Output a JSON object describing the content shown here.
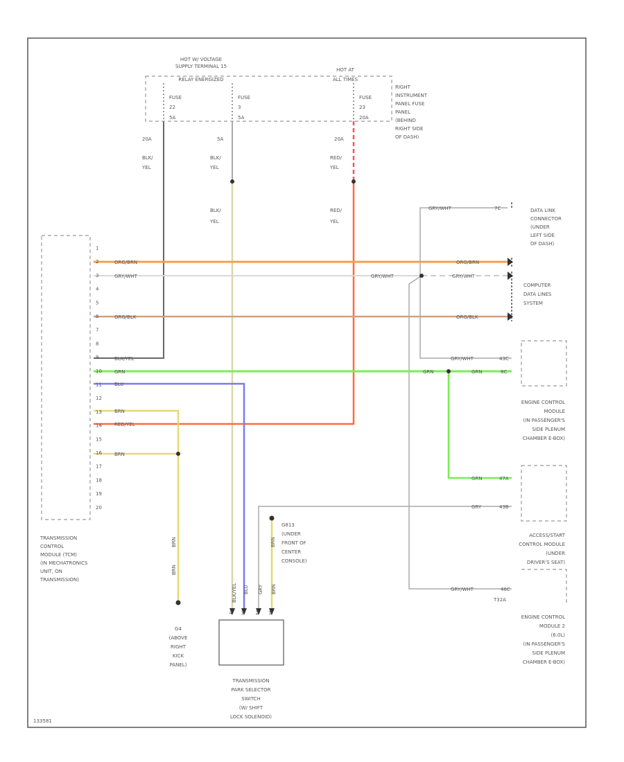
{
  "fuse_panel": {
    "label_left": [
      "HOT W/ VOLTAGE",
      "SUPPLY TERMINAL 15",
      "RELAY ENERGIZED"
    ],
    "label_right": [
      "HOT AT",
      "ALL TIMES"
    ],
    "side_label": [
      "RIGHT",
      "INSTRUMENT",
      "PANEL FUSE",
      "PANEL",
      "(BEHIND",
      "RIGHT SIDE",
      "OF DASH)"
    ],
    "fuse_a": [
      "FUSE",
      "22",
      "5A"
    ],
    "fuse_b": [
      "FUSE",
      "3",
      "5A"
    ],
    "fuse_c": [
      "FUSE",
      "23",
      "20A"
    ],
    "amps_a": "20A",
    "amps_b": "5A",
    "amps_c": "20A"
  },
  "wire_labels": {
    "w1": [
      "BLK/",
      "YEL"
    ],
    "w2": [
      "BLK/",
      "YEL"
    ],
    "w3": [
      "RED/",
      "YEL"
    ],
    "w2b": [
      "BLK/",
      "YEL"
    ],
    "w3b": [
      "RED/",
      "YEL"
    ]
  },
  "tcm": {
    "pins": [
      "1",
      "2",
      "3",
      "4",
      "5",
      "6",
      "7",
      "8",
      "9",
      "10",
      "11",
      "12",
      "13",
      "14",
      "15",
      "16",
      "17",
      "18",
      "19",
      "20"
    ],
    "wires": {
      "p2": "ORG/BRN",
      "p3": "GRY/WHT",
      "p6": "ORG/BLK",
      "p9": "BLK/YEL",
      "p10": "GRN",
      "p11": "BLU",
      "p13": "BRN",
      "p14": "RED/YEL",
      "p16": "BRN"
    },
    "label": [
      "TRANSMISSION",
      "CONTROL",
      "MODULE (TCM)",
      "(IN MECHATRONICS",
      "UNIT, ON",
      "TRANSMISSION)"
    ]
  },
  "right_side": {
    "orgbrn": "ORG/BRN",
    "grywht_mid": "GRY/WHT",
    "grywht_right": "GRY/WHT",
    "orgblk": "ORG/BLK",
    "grywht_top": "GRY/WHT",
    "pin_top": "7C",
    "dlc_label": [
      "DATA LINK",
      "CONNECTOR",
      "(UNDER",
      "LEFT SIDE",
      "OF DASH)"
    ],
    "cdls_label": [
      "COMPUTER",
      "DATA LINES",
      "SYSTEM"
    ],
    "ecm_grywht": "GRY/WHT",
    "ecm_pin1": "43C",
    "ecm_grn1": "GRN",
    "ecm_grn2": "GRN",
    "ecm_pin2": "8C",
    "ecm_label": [
      "ENGINE CONTROL",
      "MODULE",
      "(IN PASSENGER'S",
      "SIDE PLENUM",
      "CHAMBER E-BOX)"
    ],
    "acc_grn": "GRN",
    "acc_pin1": "47A",
    "acc_gry": "GRY",
    "acc_pin2": "43B",
    "acc_label": [
      "ACCESS/START",
      "CONTROL MODULE",
      "(UNDER",
      "DRIVER'S SEAT)"
    ],
    "ecm2_grywht": "GRY/WHT",
    "ecm2_pin": "46C",
    "ecm2_conn": "T32A",
    "ecm2_label": [
      "ENGINE CONTROL",
      "MODULE 2",
      "(6.0L)",
      "(IN PASSENGER'S",
      "SIDE PLENUM",
      "CHAMBER E-BOX)"
    ]
  },
  "bottom": {
    "ground_g1": [
      "G4",
      "(ABOVE",
      "RIGHT",
      "KICK",
      "PANEL)"
    ],
    "ground_g2": [
      "G813",
      "(UNDER",
      "FRONT OF",
      "CENTER",
      "CONSOLE)"
    ],
    "brn1": "BRN",
    "brn2": "BRN",
    "brn3": "BRN",
    "conn_wires": [
      "BLK/YEL",
      "BLU",
      "GRY",
      "BRN"
    ],
    "conn_pins": [
      "4",
      "3",
      "2",
      "1"
    ],
    "switch_label": [
      "TRANSMISSION",
      "PARK SELECTOR",
      "SWITCH",
      "(W/ SHIFT",
      "LOCK SOLENOID)"
    ],
    "code": "133581"
  },
  "colors": {
    "orange": "#f0a050",
    "orange_red": "#ff6a3a",
    "grey_white": "#d8d8d8",
    "tan": "#d0a080",
    "dark": "#666666",
    "green": "#77ee55",
    "blue": "#7a7aee",
    "yellow": "#e8d870",
    "olive": "#d8d8a8",
    "light_grey": "#aaaaaa"
  }
}
